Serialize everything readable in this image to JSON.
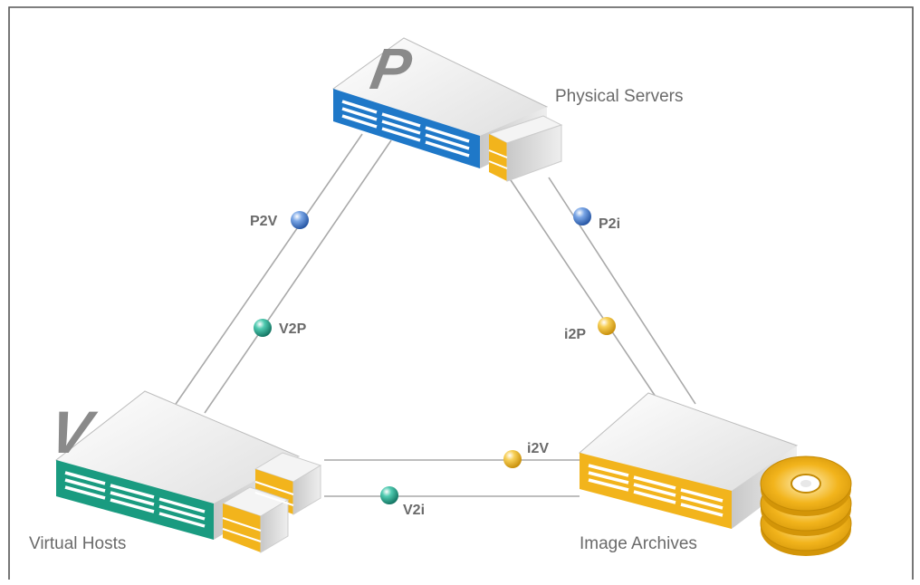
{
  "nodes": {
    "physical": {
      "label": "Physical Servers",
      "letter": "P",
      "color": "#1f78c8"
    },
    "virtual": {
      "label": "Virtual Hosts",
      "letter": "V",
      "color": "#1a9b80"
    },
    "archive": {
      "label": "Image Archives",
      "color": "#f2b41c"
    }
  },
  "conversions": [
    {
      "id": "p2v",
      "label": "P2V",
      "color": "#3c73c2"
    },
    {
      "id": "v2p",
      "label": "V2P",
      "color": "#1f9e86"
    },
    {
      "id": "p2i",
      "label": "P2i",
      "color": "#3c73c2"
    },
    {
      "id": "i2p",
      "label": "i2P",
      "color": "#f1b21b"
    },
    {
      "id": "i2v",
      "label": "i2V",
      "color": "#f1b21b"
    },
    {
      "id": "v2i",
      "label": "V2i",
      "color": "#1f9e86"
    }
  ],
  "colors": {
    "line": "#a9a9a9",
    "frame": "#555555",
    "stack": "#f2b41c"
  }
}
